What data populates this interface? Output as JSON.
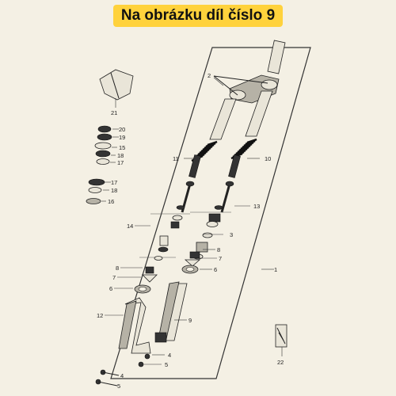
{
  "banner": {
    "title": "Na obrázku díl číslo 9"
  },
  "part_labels": {
    "p1": "1",
    "p2": "2",
    "p3": "3",
    "p4a": "4",
    "p4b": "4",
    "p5a": "5",
    "p5b": "5",
    "p6a": "6",
    "p6b": "6",
    "p7a": "7",
    "p7b": "7",
    "p8a": "8",
    "p8b": "8",
    "p9": "9",
    "p10": "10",
    "p11": "11",
    "p12": "12",
    "p13": "13",
    "p14": "14",
    "p15": "15",
    "p16": "16",
    "p17a": "17",
    "p17b": "17",
    "p18a": "18",
    "p18b": "18",
    "p19": "19",
    "p20": "20",
    "p21": "21",
    "p22": "22"
  }
}
